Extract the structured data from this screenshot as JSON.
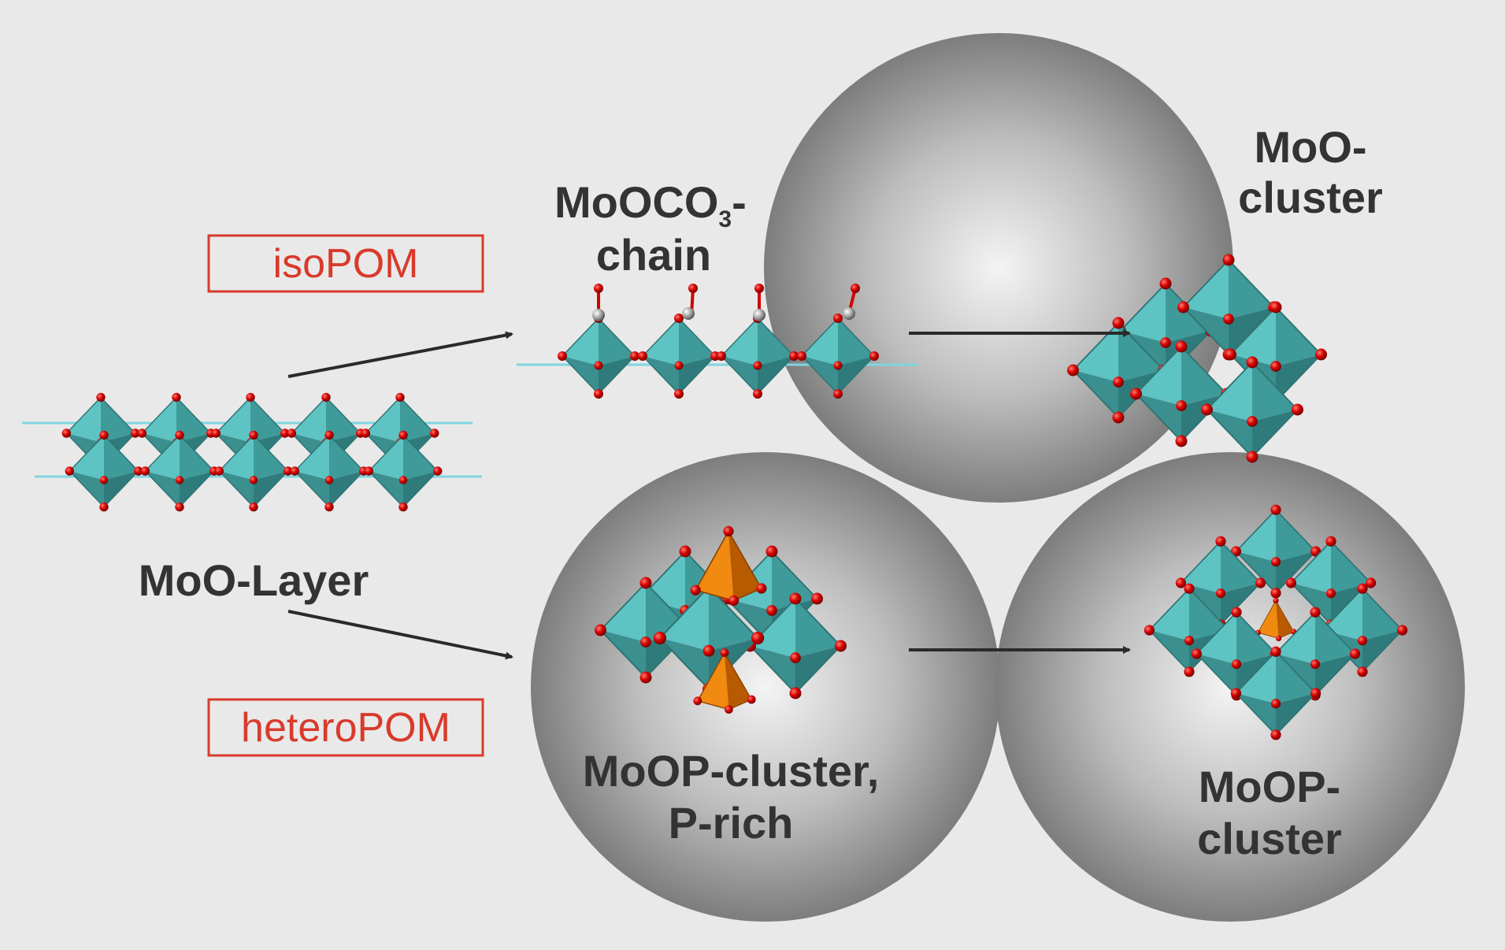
{
  "labels": {
    "moocco3_main": "MoOCO",
    "moocco3_sub": "3",
    "moocco3_dash": "-",
    "moocco3_line2": "chain",
    "moo_cluster_line1": "MoO-",
    "moo_cluster_line2": "cluster",
    "moo_layer": "MoO-Layer",
    "moop_prich_line1": "MoOP-cluster,",
    "moop_prich_line2": "P-rich",
    "moop_cluster_line1": "MoOP-",
    "moop_cluster_line2": "cluster"
  },
  "tags": {
    "iso": "isoPOM",
    "hetero": "heteroPOM"
  },
  "colors": {
    "background": "#e9e9e9",
    "octahedron": "#4aa9a9",
    "oxygen": "#d40000",
    "phosphate": "#e07000",
    "carbon": "#9a9a9a",
    "tag": "#d93a2b",
    "arrow": "#2a2a2a"
  }
}
